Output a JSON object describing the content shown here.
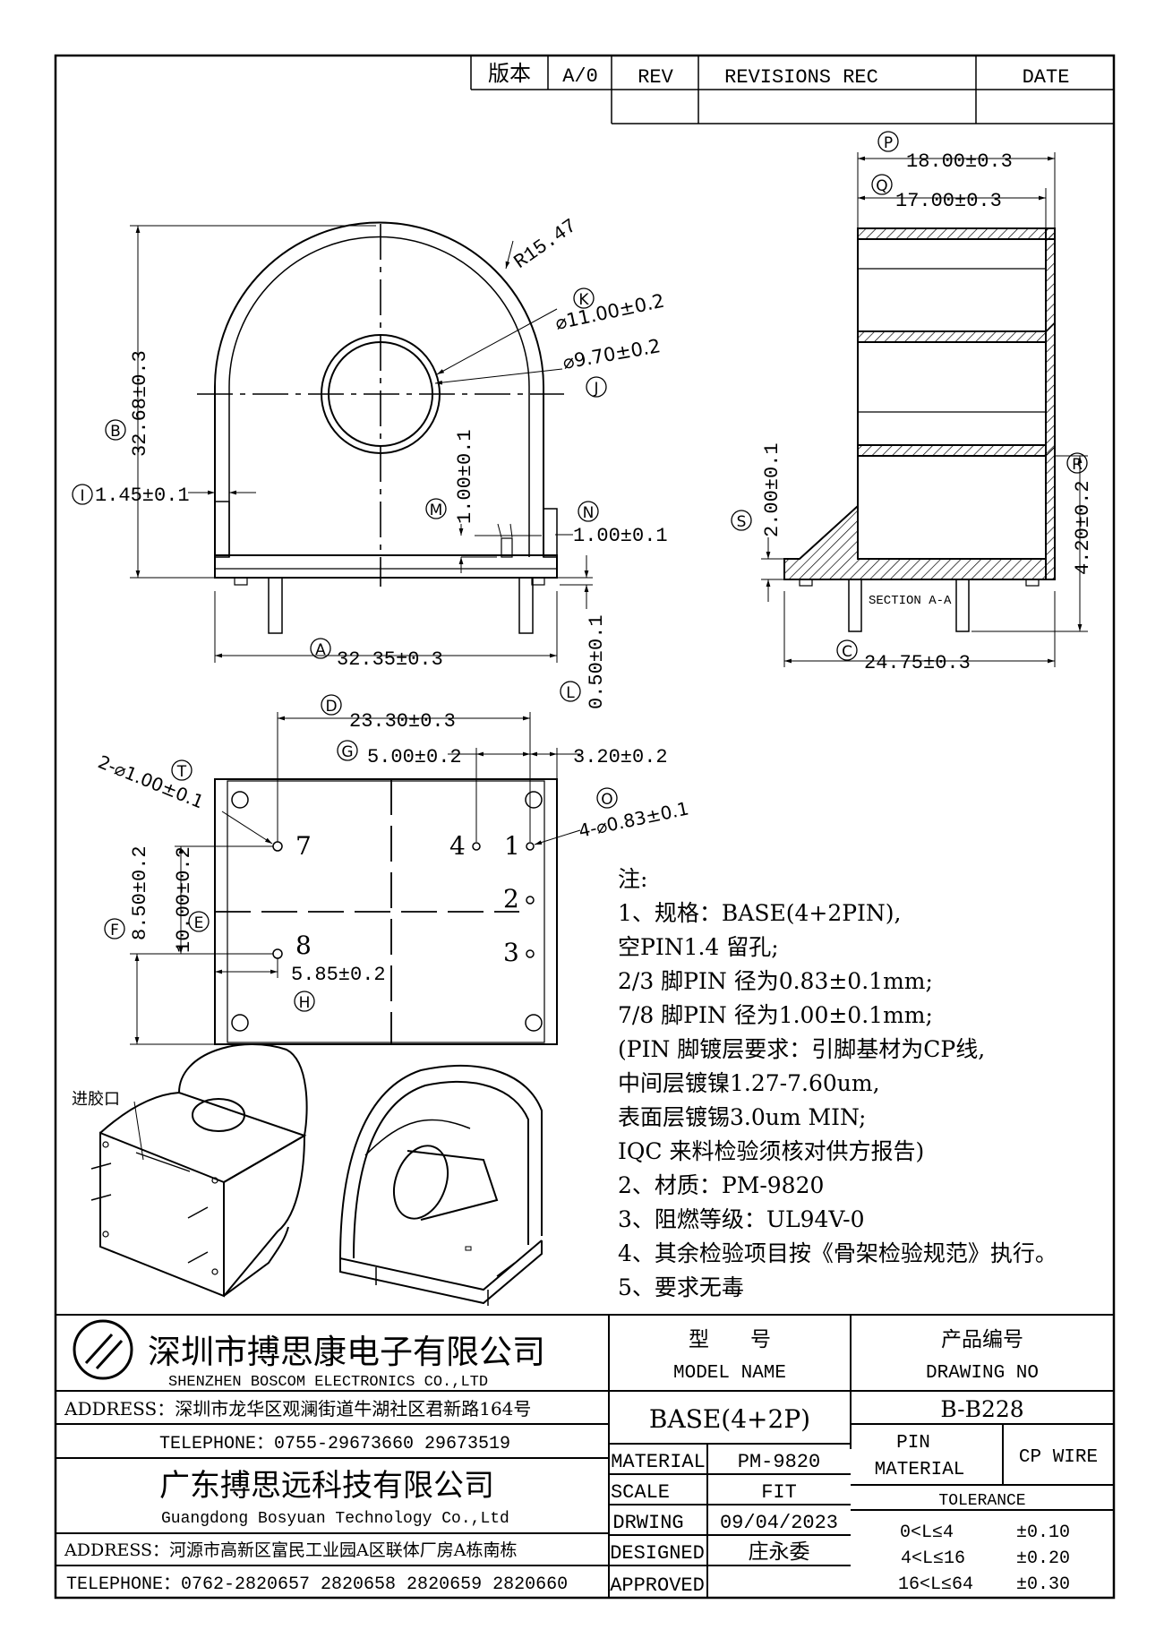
{
  "revision_table": {
    "version_label": "版本",
    "version_value": "A/0",
    "rev_label": "REV",
    "revisions_label": "REVISIONS REC",
    "date_label": "DATE"
  },
  "front_view": {
    "radius": "R15.47",
    "outer_diameter": "⌀11.00±0.2",
    "inner_diameter": "⌀9.70±0.2",
    "height": "32.68±0.3",
    "wall": "1.45±0.1",
    "slot_height": "1.00±0.1",
    "slot_width": "1.00±0.1",
    "base_thickness": "0.50±0.1",
    "width": "32.35±0.3",
    "markers": {
      "A": "A",
      "B": "B",
      "I": "I",
      "J": "J",
      "K": "K",
      "L": "L",
      "M": "M",
      "N": "N"
    }
  },
  "section_view": {
    "outer_length": "18.00±0.3",
    "inner_length": "17.00±0.3",
    "flange": "2.00±0.1",
    "base_height": "4.20±0.2",
    "depth": "24.75±0.3",
    "label": "SECTION A-A",
    "markers": {
      "P": "P",
      "Q": "Q",
      "R": "R",
      "S": "S",
      "C": "C"
    }
  },
  "bottom_view": {
    "pin_span": "23.30±0.3",
    "pitch_5": "5.00±0.2",
    "pitch_3": "3.20±0.2",
    "big_hole": "2-⌀1.00±0.1",
    "small_hole": "4-⌀0.83±0.1",
    "dim_850": "8.50±0.2",
    "dim_1000": "10.00±0.2",
    "dim_585": "5.85±0.2",
    "pins": {
      "p7": "7",
      "p4": "4",
      "p1": "1",
      "p2": "2",
      "p3": "3",
      "p8": "8"
    },
    "markers": {
      "D": "D",
      "G": "G",
      "T": "T",
      "O": "O",
      "F": "F",
      "E": "E",
      "H": "H"
    }
  },
  "iso_label": "进胶口",
  "notes": [
    "注:",
    "1、规格：BASE(4+2PIN),",
    "空PIN1.4 留孔;",
    "2/3 脚PIN 径为0.83±0.1mm;",
    "7/8 脚PIN 径为1.00±0.1mm;",
    "(PIN 脚镀层要求：引脚基材为CP线,",
    "中间层镀镍1.27-7.60um,",
    "表面层镀锡3.0um MIN;",
    "IQC 来料检验须核对供方报告)",
    "2、材质：PM-9820",
    "3、阻燃等级：UL94V-0",
    "4、其余检验项目按《骨架检验规范》执行。",
    "5、要求无毒"
  ],
  "title_block": {
    "company_cn": "深圳市搏思康电子有限公司",
    "company_en": "SHENZHEN BOSCOM ELECTRONICS CO.,LTD",
    "address1": "ADDRESS：深圳市龙华区观澜街道牛湖社区君新路164号",
    "telephone1": "TELEPHONE：0755-29673660 29673519",
    "company2_cn": "广东搏思远科技有限公司",
    "company2_en": "Guangdong Bosyuan Technology Co.,Ltd",
    "address2": "ADDRESS：河源市高新区富民工业园A区联体厂房A栋南栋",
    "telephone2": "TELEPHONE：0762-2820657 2820658 2820659 2820660",
    "model_cn": "型　　号",
    "model_en": "MODEL NAME",
    "drawing_cn": "产品编号",
    "drawing_en": "DRAWING NO",
    "model_value": "BASE(4+2P)",
    "drawing_value": "B-B228",
    "material_label": "MATERIAL",
    "material_value": "PM-9820",
    "pin_material_label1": "PIN",
    "pin_material_label2": "MATERIAL",
    "pin_material_value": "CP WIRE",
    "scale_label": "SCALE",
    "scale_value": "FIT",
    "drawing_label": "DRWING",
    "drawing_date": "09/04/2023",
    "designed_label": "DESIGNED",
    "designed_value": "庄永委",
    "approved_label": "APPROVED",
    "approved_value": "",
    "tolerance_label": "TOLERANCE",
    "tol_rows": [
      {
        "range": "0<L≤4",
        "value": "±0.10"
      },
      {
        "range": "4<L≤16",
        "value": "±0.20"
      },
      {
        "range": "16<L≤64",
        "value": "±0.30"
      }
    ]
  }
}
